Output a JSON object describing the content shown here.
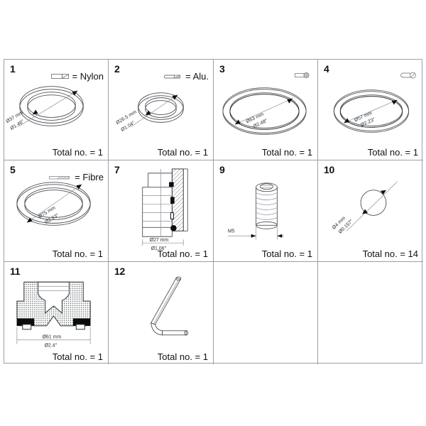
{
  "document": {
    "type": "exploded-parts-list",
    "background": "#ffffff",
    "border_color": "#9aa0a6"
  },
  "legend_labels": {
    "nylon": "= Nylon",
    "alu": "= Alu.",
    "fibre": "= Fibre"
  },
  "common": {
    "total_prefix": "Total no. = "
  },
  "cells": [
    {
      "number": "1",
      "legend": {
        "label": "= Nylon",
        "icon": "hatched-bar-icon",
        "show_label": true
      },
      "shape": "ring-oval-large",
      "dims": [
        {
          "text": "Ø37 mm",
          "unit": "mm"
        },
        {
          "text": "Ø1.46″",
          "unit": "in"
        }
      ],
      "total": "Total no. = 1"
    },
    {
      "number": "2",
      "legend": {
        "label": "= Alu.",
        "icon": "alu-bar-icon",
        "show_label": true
      },
      "shape": "ring-oval-medium",
      "dims": [
        {
          "text": "Ø26.5 mm",
          "unit": "mm"
        },
        {
          "text": "Ø1.04″",
          "unit": "in"
        }
      ],
      "total": "Total no. = 1"
    },
    {
      "number": "3",
      "legend": {
        "label": "",
        "icon": "oring-bar-icon",
        "show_label": false
      },
      "shape": "ring-flat-wide",
      "dims": [
        {
          "text": "Ø63 mm",
          "unit": "mm"
        },
        {
          "text": "Ø2.48″",
          "unit": "in"
        }
      ],
      "total": "Total no. = 1"
    },
    {
      "number": "4",
      "legend": {
        "label": "",
        "icon": "oring-round-icon",
        "show_label": false
      },
      "shape": "ring-flat-wide2",
      "dims": [
        {
          "text": "Ø57 mm",
          "unit": "mm"
        },
        {
          "text": "Ø2.23″",
          "unit": "in"
        }
      ],
      "total": "Total no. = 1"
    },
    {
      "number": "5",
      "legend": {
        "label": "= Fibre",
        "icon": "fibre-bar-icon",
        "show_label": true
      },
      "shape": "ring-oval-wide",
      "dims": [
        {
          "text": "Ø75 mm",
          "unit": "mm"
        },
        {
          "text": "Ø2.93″",
          "unit": "in"
        }
      ],
      "total": "Total no. = 1"
    },
    {
      "number": "7",
      "legend": null,
      "shape": "nipple-section",
      "dims": [
        {
          "text": "Ø27 mm",
          "unit": "mm"
        },
        {
          "text": "Ø1.06″",
          "unit": "in"
        }
      ],
      "total": "Total no. = 1"
    },
    {
      "number": "9",
      "legend": null,
      "shape": "grub-screw",
      "dims": [
        {
          "text": "M5",
          "unit": "thread"
        }
      ],
      "total": "Total no. = 1"
    },
    {
      "number": "10",
      "legend": null,
      "shape": "ball",
      "dims": [
        {
          "text": "Ø4 mm",
          "unit": "mm"
        },
        {
          "text": "Ø0.157″",
          "unit": "in"
        }
      ],
      "total": "Total no. = 14"
    },
    {
      "number": "11",
      "legend": null,
      "shape": "seat-section",
      "dims": [
        {
          "text": "Ø61 mm",
          "unit": "mm"
        },
        {
          "text": "Ø2.4″",
          "unit": "in"
        }
      ],
      "total": "Total no. = 1"
    },
    {
      "number": "12",
      "legend": null,
      "shape": "allen-key",
      "dims": [],
      "total": "Total no. = 1"
    }
  ]
}
